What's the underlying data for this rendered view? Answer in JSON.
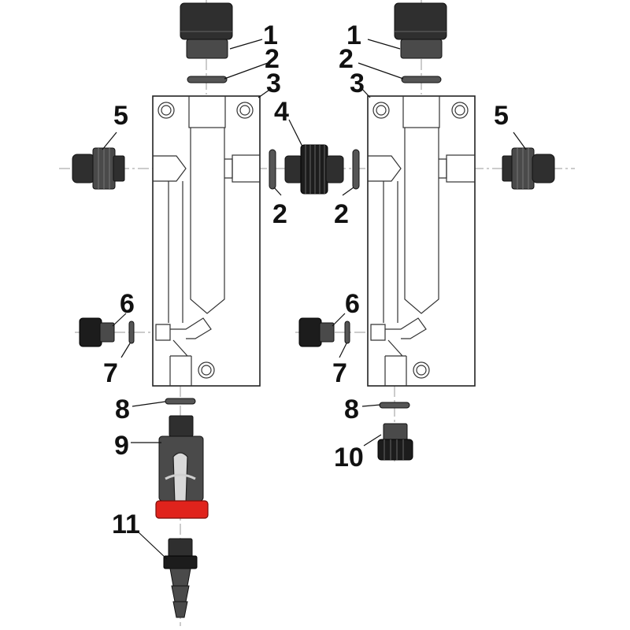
{
  "colors": {
    "background": "#ffffff",
    "part_dark": "#2f2f2f",
    "part_mid": "#4a4a4a",
    "valve_red": "#e0231c",
    "line": "#222222"
  },
  "callouts": {
    "c1_left": "1",
    "c2_left_top": "2",
    "c3_left": "3",
    "c4": "4",
    "c5_left": "5",
    "c2_mid_left": "2",
    "c6_left": "6",
    "c7_left": "7",
    "c8_left": "8",
    "c9": "9",
    "c11": "11",
    "c1_right": "1",
    "c2_right_top": "2",
    "c3_right": "3",
    "c5_right": "5",
    "c2_mid_right": "2",
    "c6_right": "6",
    "c7_right": "7",
    "c8_right": "8",
    "c10": "10"
  }
}
